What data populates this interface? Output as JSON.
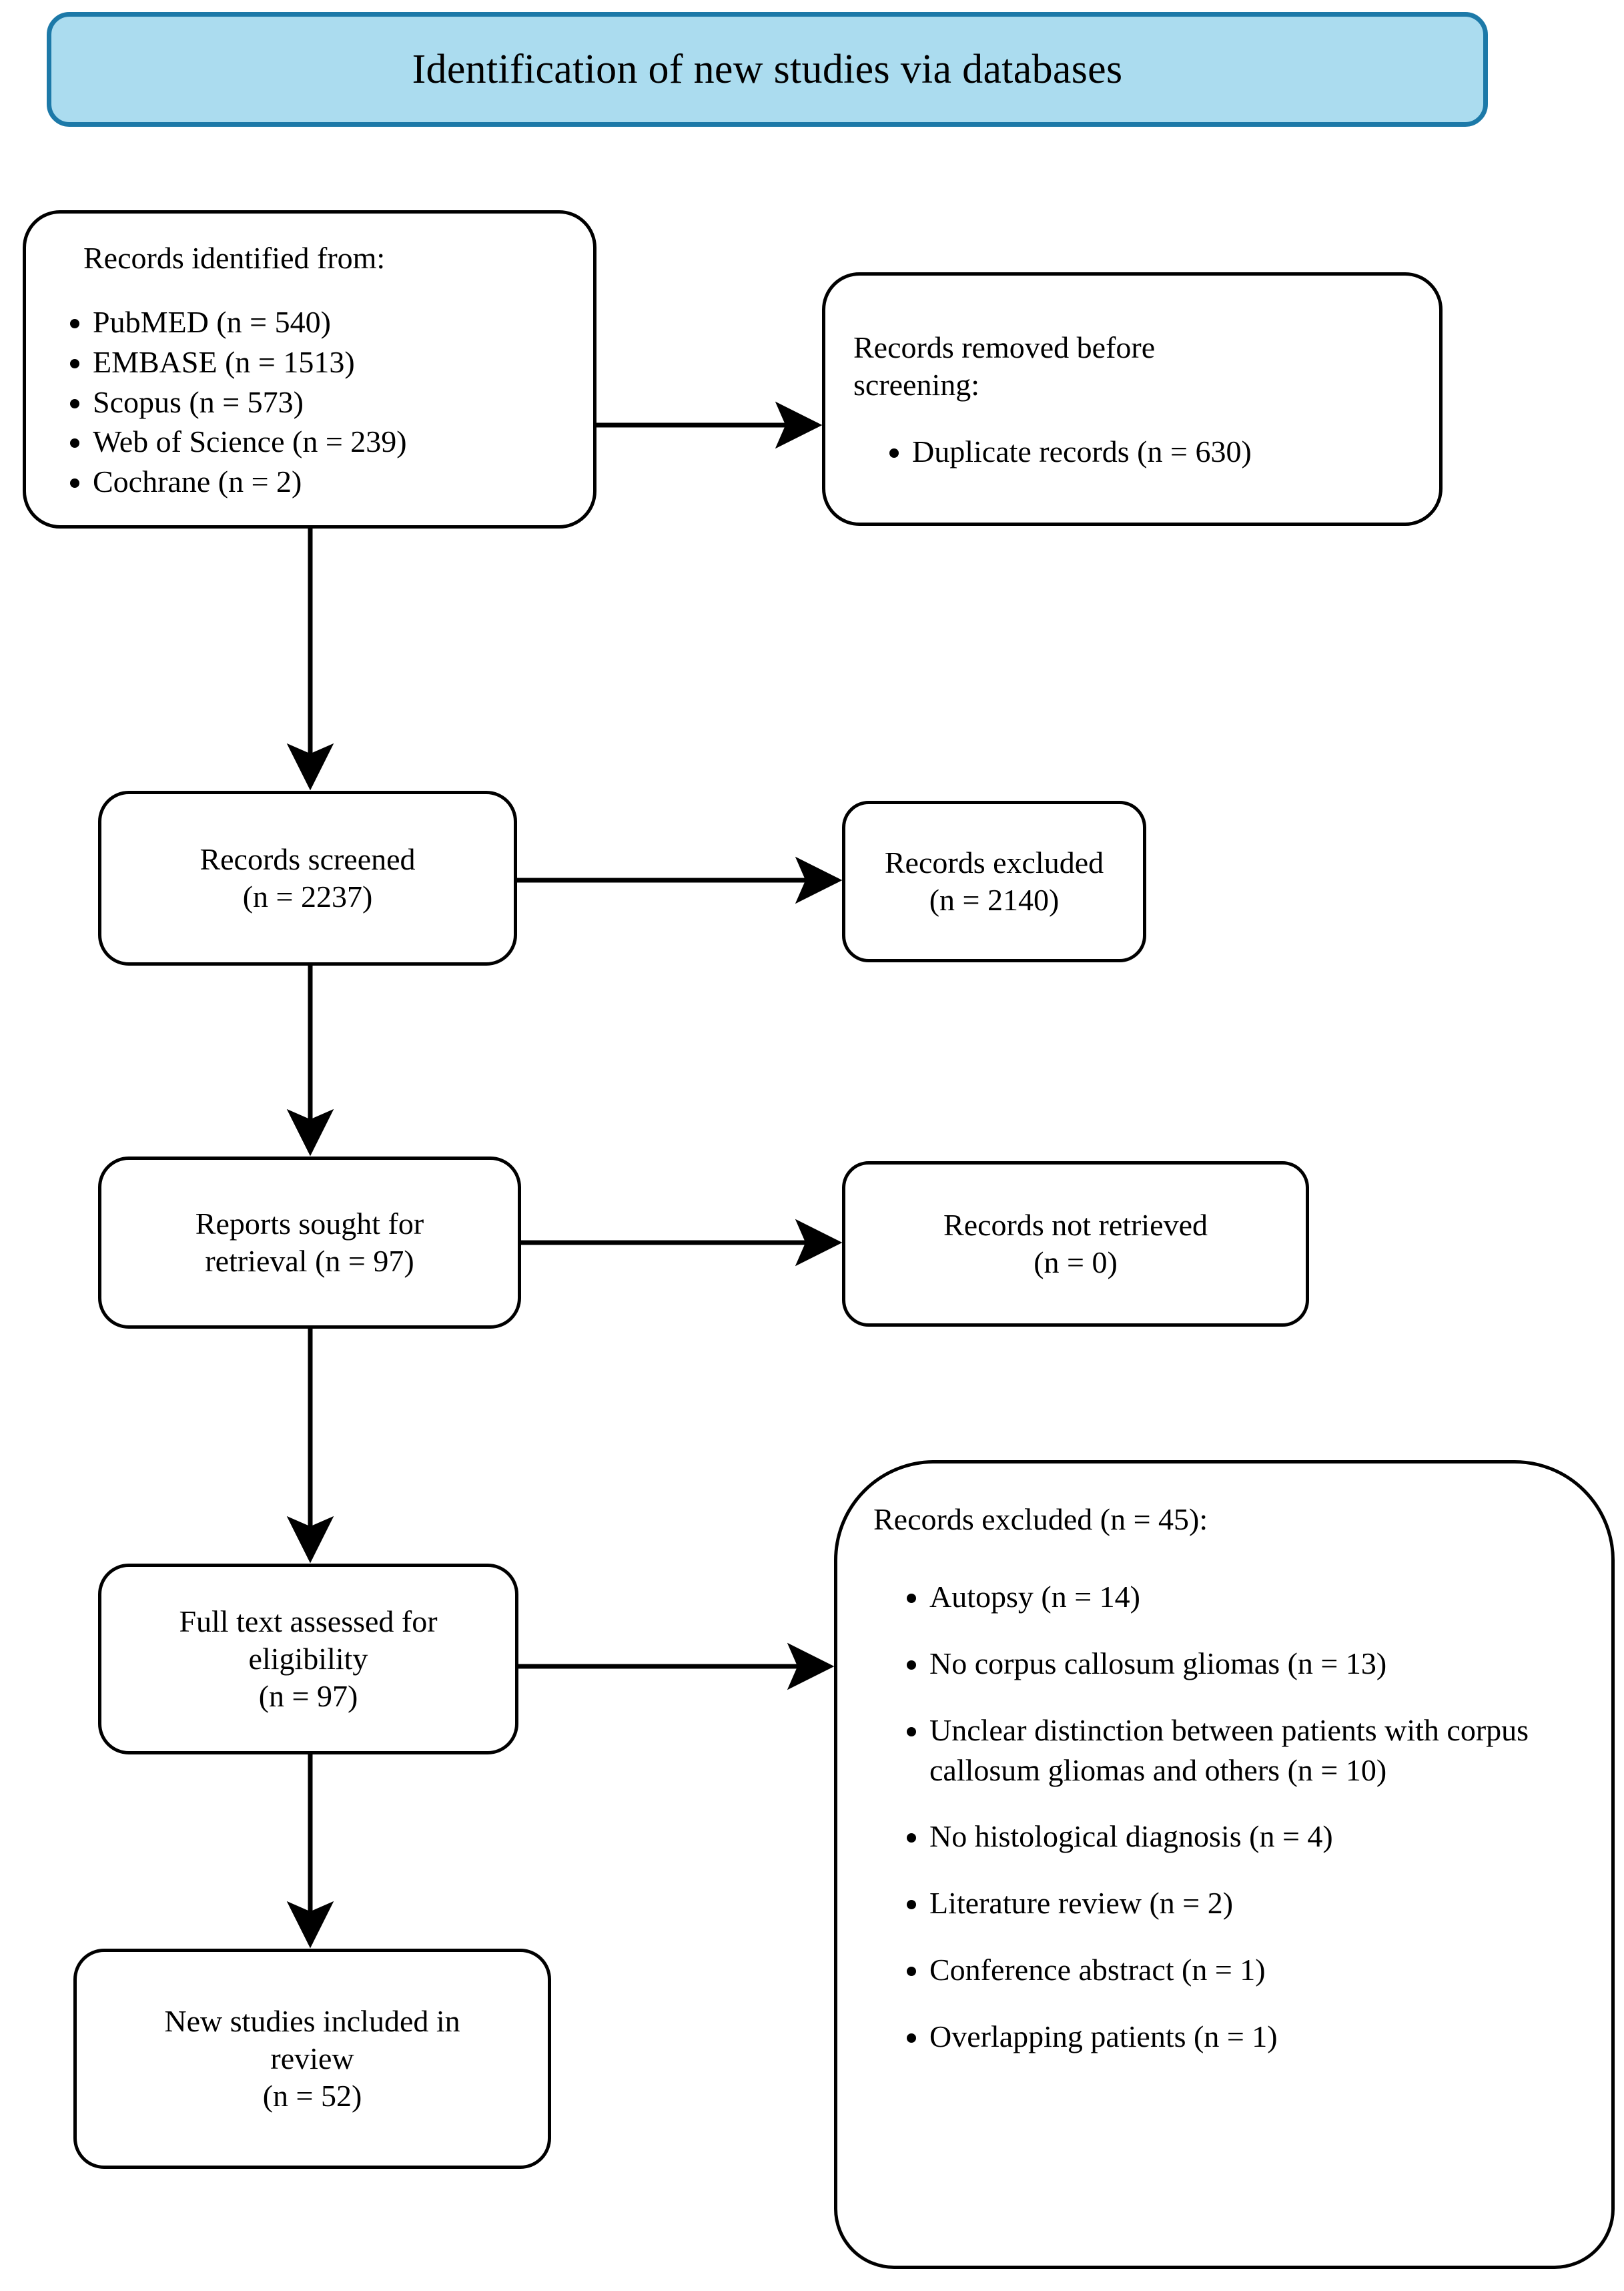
{
  "banner": {
    "title": "Identification of new studies via databases",
    "fill_color": "#abdcef",
    "border_color": "#1c79a8"
  },
  "nodes": {
    "identified": {
      "title": "Records identified from:",
      "items": [
        "PubMED (n = 540)",
        "EMBASE (n = 1513)",
        "Scopus (n = 573)",
        "Web of Science (n = 239)",
        "Cochrane (n = 2)"
      ]
    },
    "removed": {
      "title_line1": "Records removed before",
      "title_line2": "screening:",
      "items": [
        "Duplicate records (n = 630)"
      ]
    },
    "screened": {
      "line1": "Records screened",
      "line2": "(n = 2237)"
    },
    "excluded_small": {
      "line1": "Records excluded",
      "line2": "(n = 2140)"
    },
    "sought": {
      "line1": "Reports sought for",
      "line2": "retrieval (n = 97)"
    },
    "not_retrieved": {
      "line1": "Records not retrieved",
      "line2": "(n = 0)"
    },
    "fulltext": {
      "line1": "Full text assessed for",
      "line2": "eligibility",
      "line3": "(n = 97)"
    },
    "included": {
      "line1": "New studies included in",
      "line2": "review",
      "line3": "(n = 52)"
    },
    "excluded_big": {
      "title": "Records excluded (n = 45):",
      "items": [
        "Autopsy (n = 14)",
        "No corpus callosum gliomas (n = 13)",
        "Unclear distinction between patients with corpus callosum gliomas and others (n = 10)",
        "No histological diagnosis (n = 4)",
        "Literature review (n = 2)",
        "Conference abstract (n = 1)",
        "Overlapping patients (n = 1)"
      ]
    }
  },
  "connectors": [
    {
      "name": "identified-to-removed",
      "type": "horizontal-arrow"
    },
    {
      "name": "identified-to-screened",
      "type": "vertical-arrow"
    },
    {
      "name": "screened-to-excluded",
      "type": "horizontal-arrow"
    },
    {
      "name": "screened-to-sought",
      "type": "vertical-arrow"
    },
    {
      "name": "sought-to-not-retrieved",
      "type": "horizontal-arrow"
    },
    {
      "name": "sought-to-fulltext",
      "type": "vertical-arrow"
    },
    {
      "name": "fulltext-to-excluded-big",
      "type": "horizontal-arrow"
    },
    {
      "name": "fulltext-to-included",
      "type": "vertical-arrow"
    }
  ]
}
